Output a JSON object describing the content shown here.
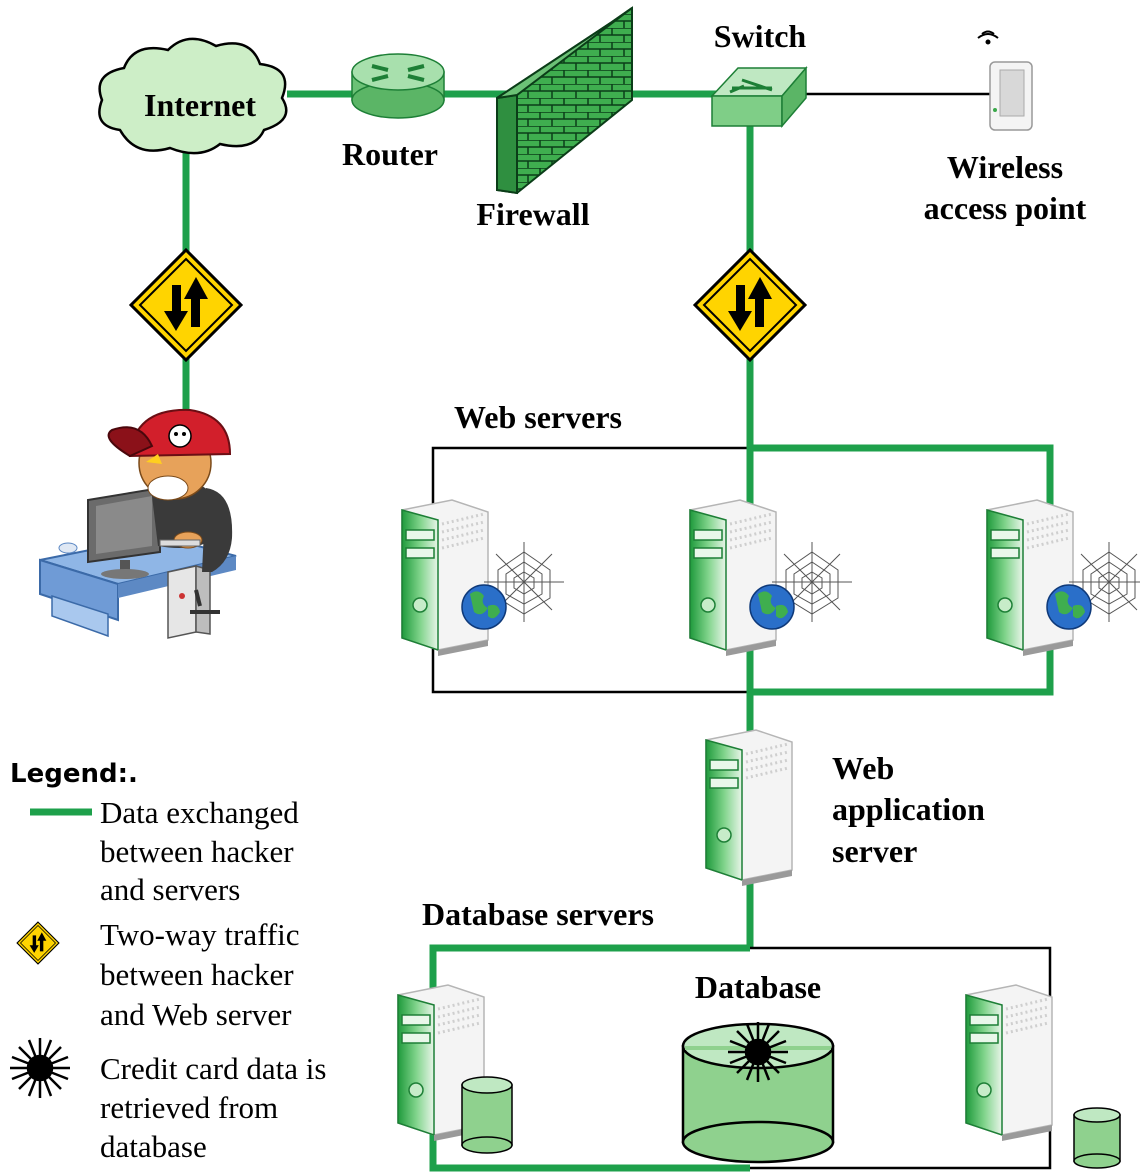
{
  "labels": {
    "internet": "Internet",
    "router": "Router",
    "firewall": "Firewall",
    "switch": "Switch",
    "wireless_line1": "Wireless",
    "wireless_line2": "access point",
    "web_servers": "Web servers",
    "web_app_line1": "Web",
    "web_app_line2": "application",
    "web_app_line3": "server",
    "database_servers": "Database servers",
    "database": "Database"
  },
  "legend": {
    "title": "Legend:.",
    "items": [
      {
        "icon": "green-line-icon",
        "lines": [
          "Data exchanged",
          "between hacker",
          "and servers"
        ]
      },
      {
        "icon": "two-way-traffic-sign-icon",
        "lines": [
          "Two-way traffic",
          "between hacker",
          "and Web server"
        ]
      },
      {
        "icon": "starburst-icon",
        "lines": [
          "Credit card data is",
          "retrieved from",
          "database"
        ]
      }
    ]
  },
  "colors": {
    "data_line": "#1ea04b",
    "plain_line": "#000000",
    "sign_fill": "#ffd400",
    "server_green": "#3aa84a",
    "cloud_fill": "#cdeec7",
    "cylinder_fill": "#8fd18e"
  }
}
